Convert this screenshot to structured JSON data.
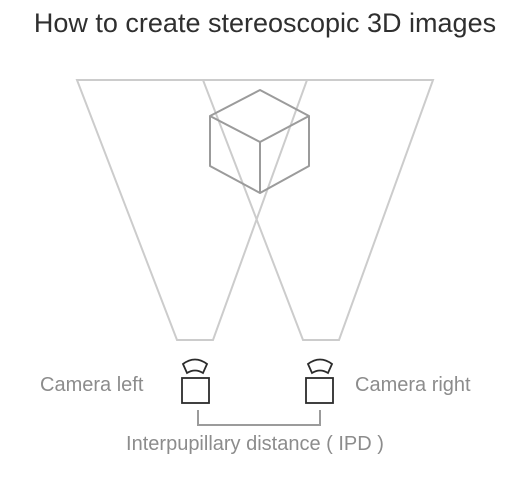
{
  "title": "How to create stereoscopic 3D images",
  "labels": {
    "camera_left": "Camera left",
    "camera_right": "Camera right",
    "ipd": "Interpupillary distance ( IPD )"
  },
  "icons": {
    "camera_left": "camera-icon",
    "camera_right": "camera-icon",
    "cube": "cube-icon"
  },
  "colors": {
    "frustum": "#cccccc",
    "cube": "#9b9b9b",
    "camera": "#2b2b2b",
    "ipd_bracket": "#9b9b9b",
    "label": "#8c8c8c",
    "title": "#2f2f2f"
  }
}
